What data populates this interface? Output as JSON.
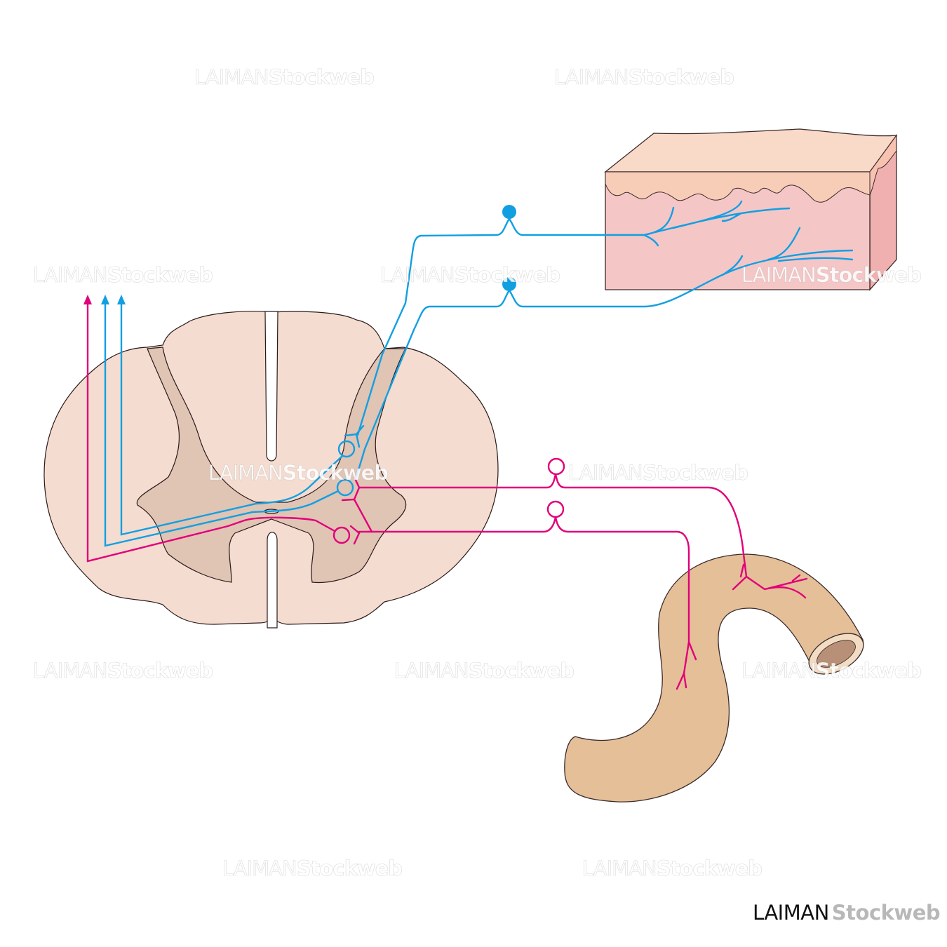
{
  "watermark": {
    "part1": "LAIMAN",
    "part2": "Stockweb"
  },
  "logo": {
    "part1": "LAIMAN",
    "part2": "Stockweb"
  },
  "colors": {
    "sensory_nerve": "#129fe2",
    "visceral_nerve": "#e2007a",
    "spinal_cord_white": "#f4dcd0",
    "spinal_cord_gray": "#e0c4b4",
    "skin_dermis": "#f5c6c6",
    "skin_epidermis": "#f8d0bb",
    "intestine": "#e4bf98"
  }
}
